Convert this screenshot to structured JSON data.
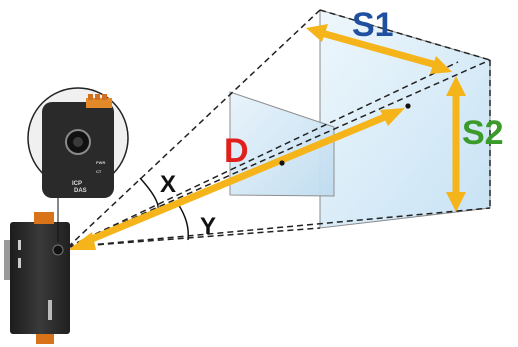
{
  "labels": {
    "distance": "D",
    "width": "S1",
    "height": "S2",
    "horizontal_angle": "X",
    "vertical_angle": "Y"
  },
  "device": {
    "logo_top": "ICP",
    "logo_bottom": "DAS",
    "led_pwr": "PWR",
    "led_ct": "CT"
  },
  "colors": {
    "distance_label": "#e0201c",
    "width_label": "#1f4f9e",
    "height_label": "#3a9a2a",
    "arrow": "#f5b41a",
    "plane_fill": "#d6ebf7",
    "device_body": "#2b2b2b"
  }
}
